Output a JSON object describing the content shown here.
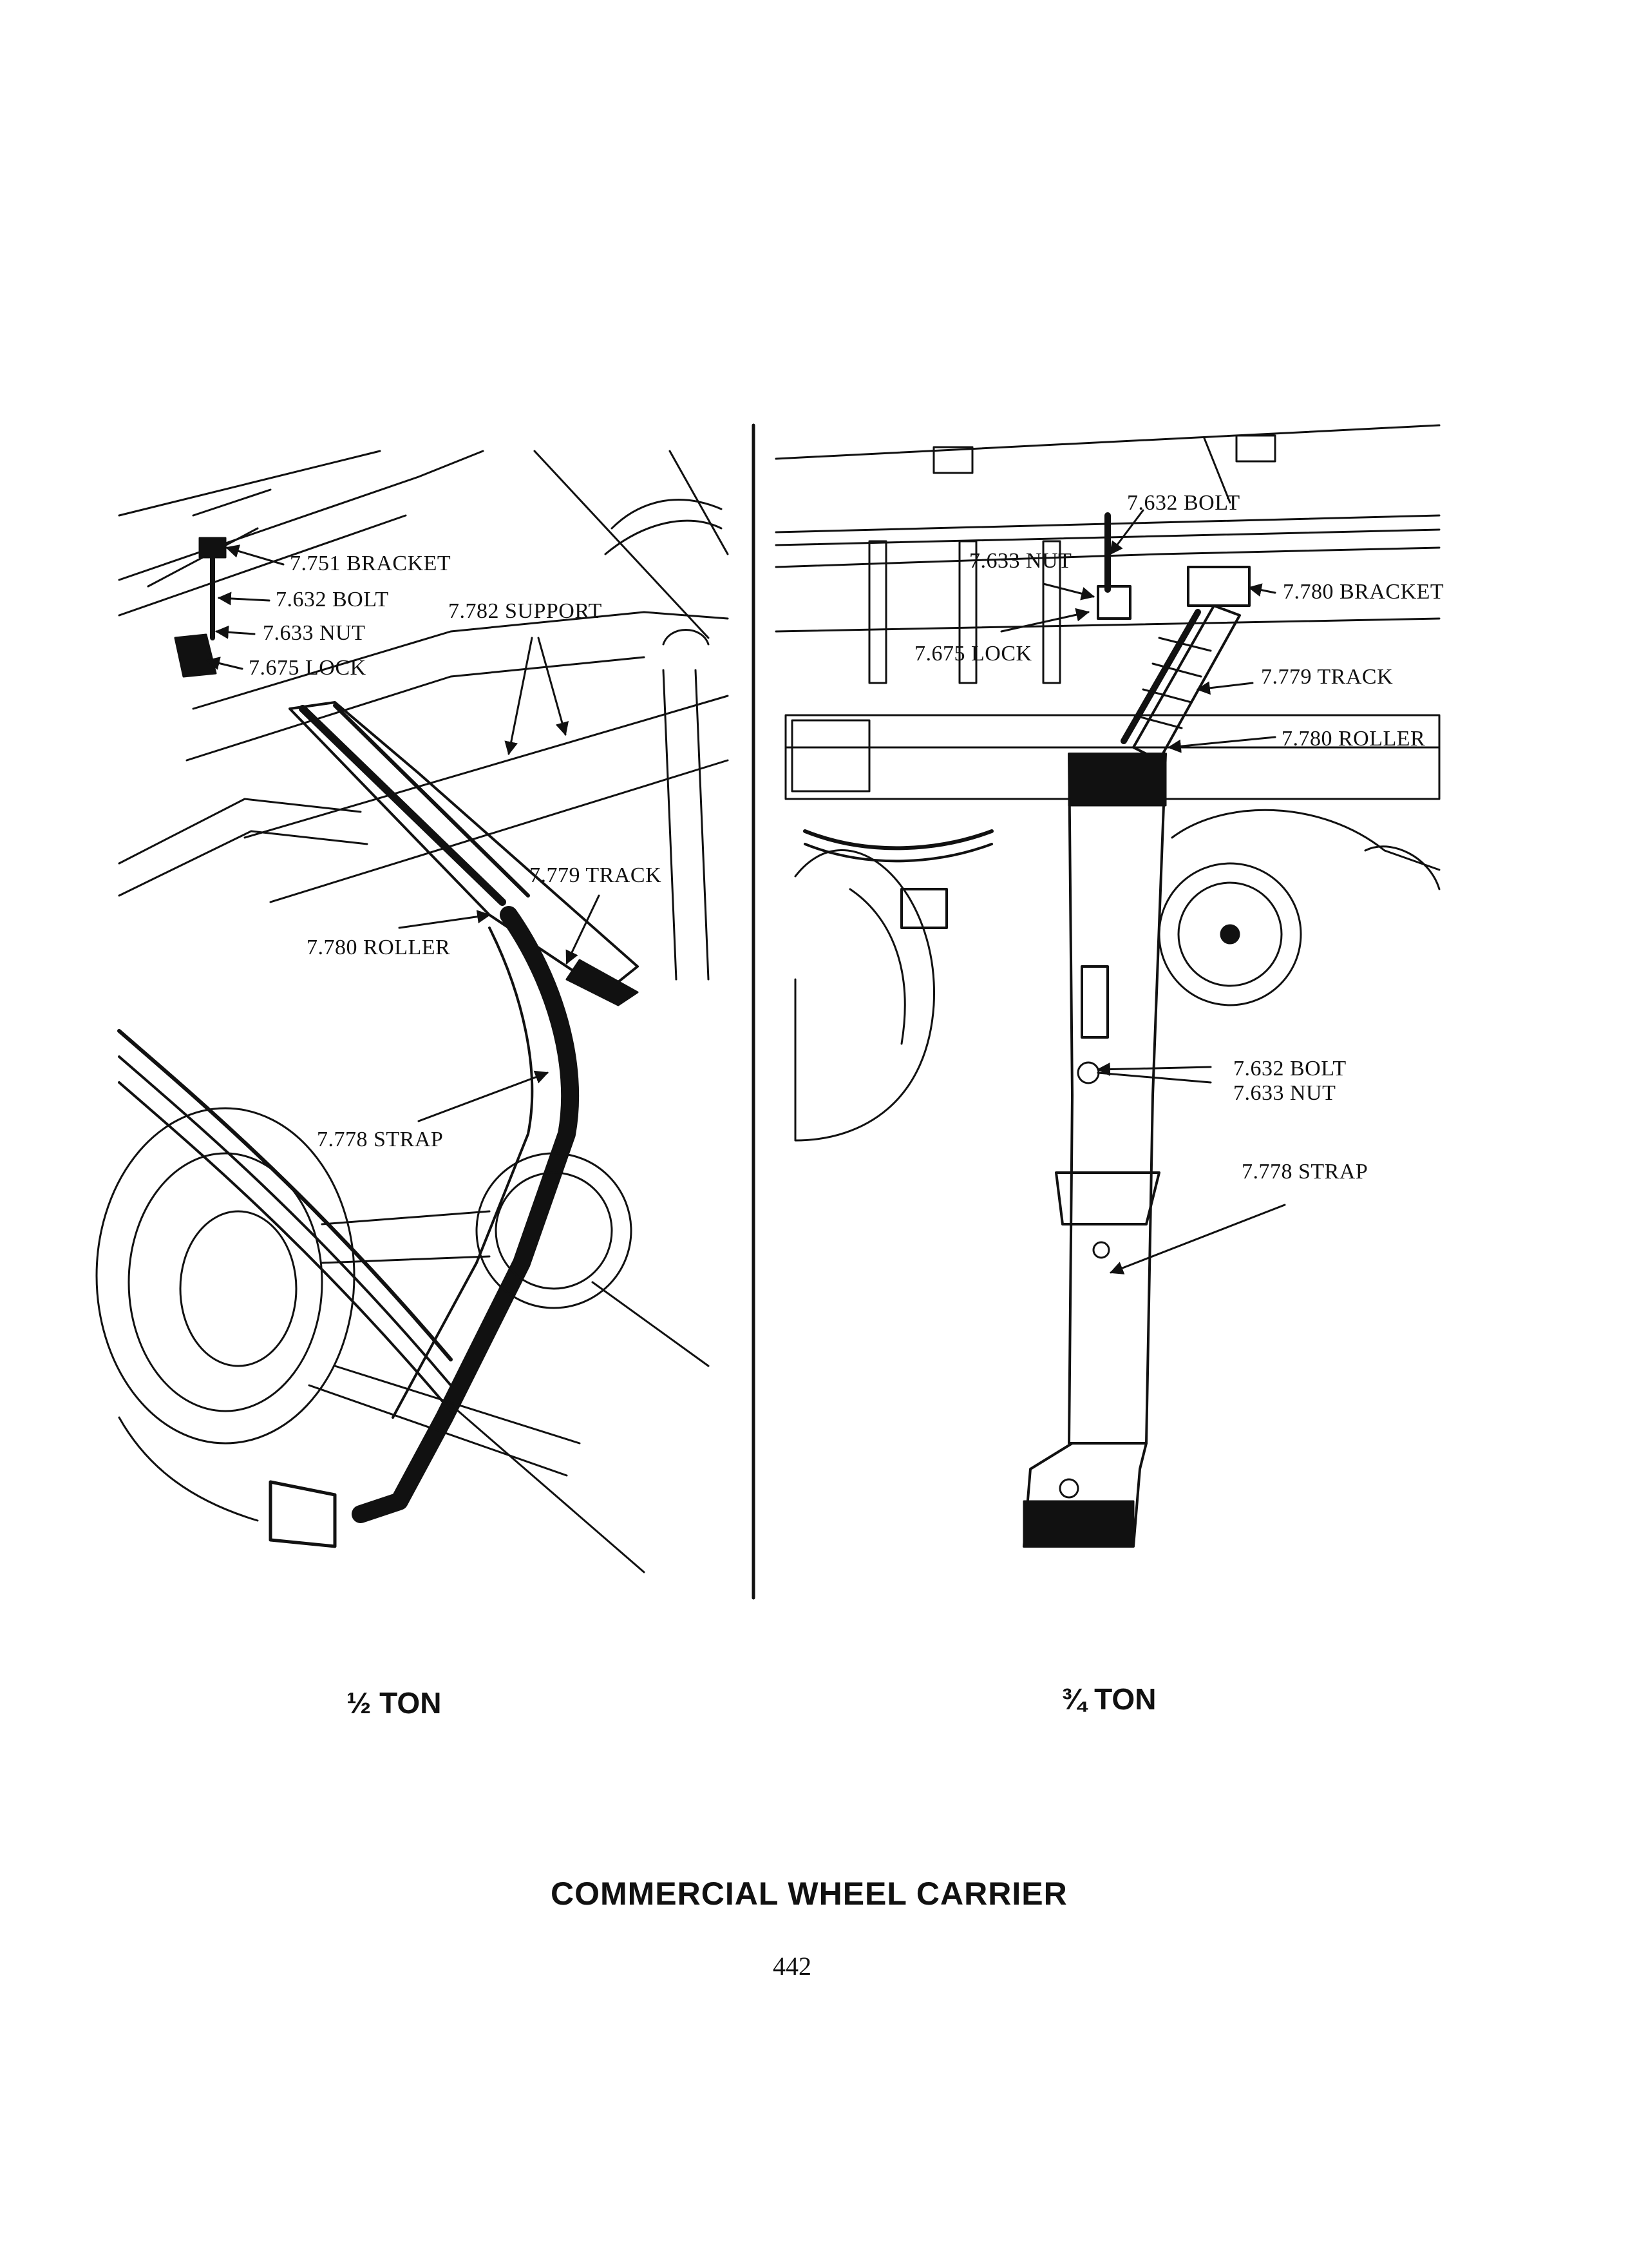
{
  "left_panel": {
    "caption": "½ TON",
    "labels": {
      "bracket": "7.751 BRACKET",
      "bolt": "7.632 BOLT",
      "nut": "7.633 NUT",
      "lock": "7.675 LOCK",
      "support": "7.782 SUPPORT",
      "track": "7.779 TRACK",
      "roller": "7.780 ROLLER",
      "strap": "7.778 STRAP"
    }
  },
  "right_panel": {
    "caption": "¾ TON",
    "labels": {
      "bolt_top": "7.632 BOLT",
      "nut_top": "7.633 NUT",
      "bracket": "7.780 BRACKET",
      "lock": "7.675 LOCK",
      "track": "7.779 TRACK",
      "roller": "7.780 ROLLER",
      "bolt_mid": "7.632 BOLT",
      "nut_mid": "7.633 NUT",
      "strap": "7.778 STRAP"
    }
  },
  "title": "COMMERCIAL WHEEL CARRIER",
  "page_number": "442"
}
